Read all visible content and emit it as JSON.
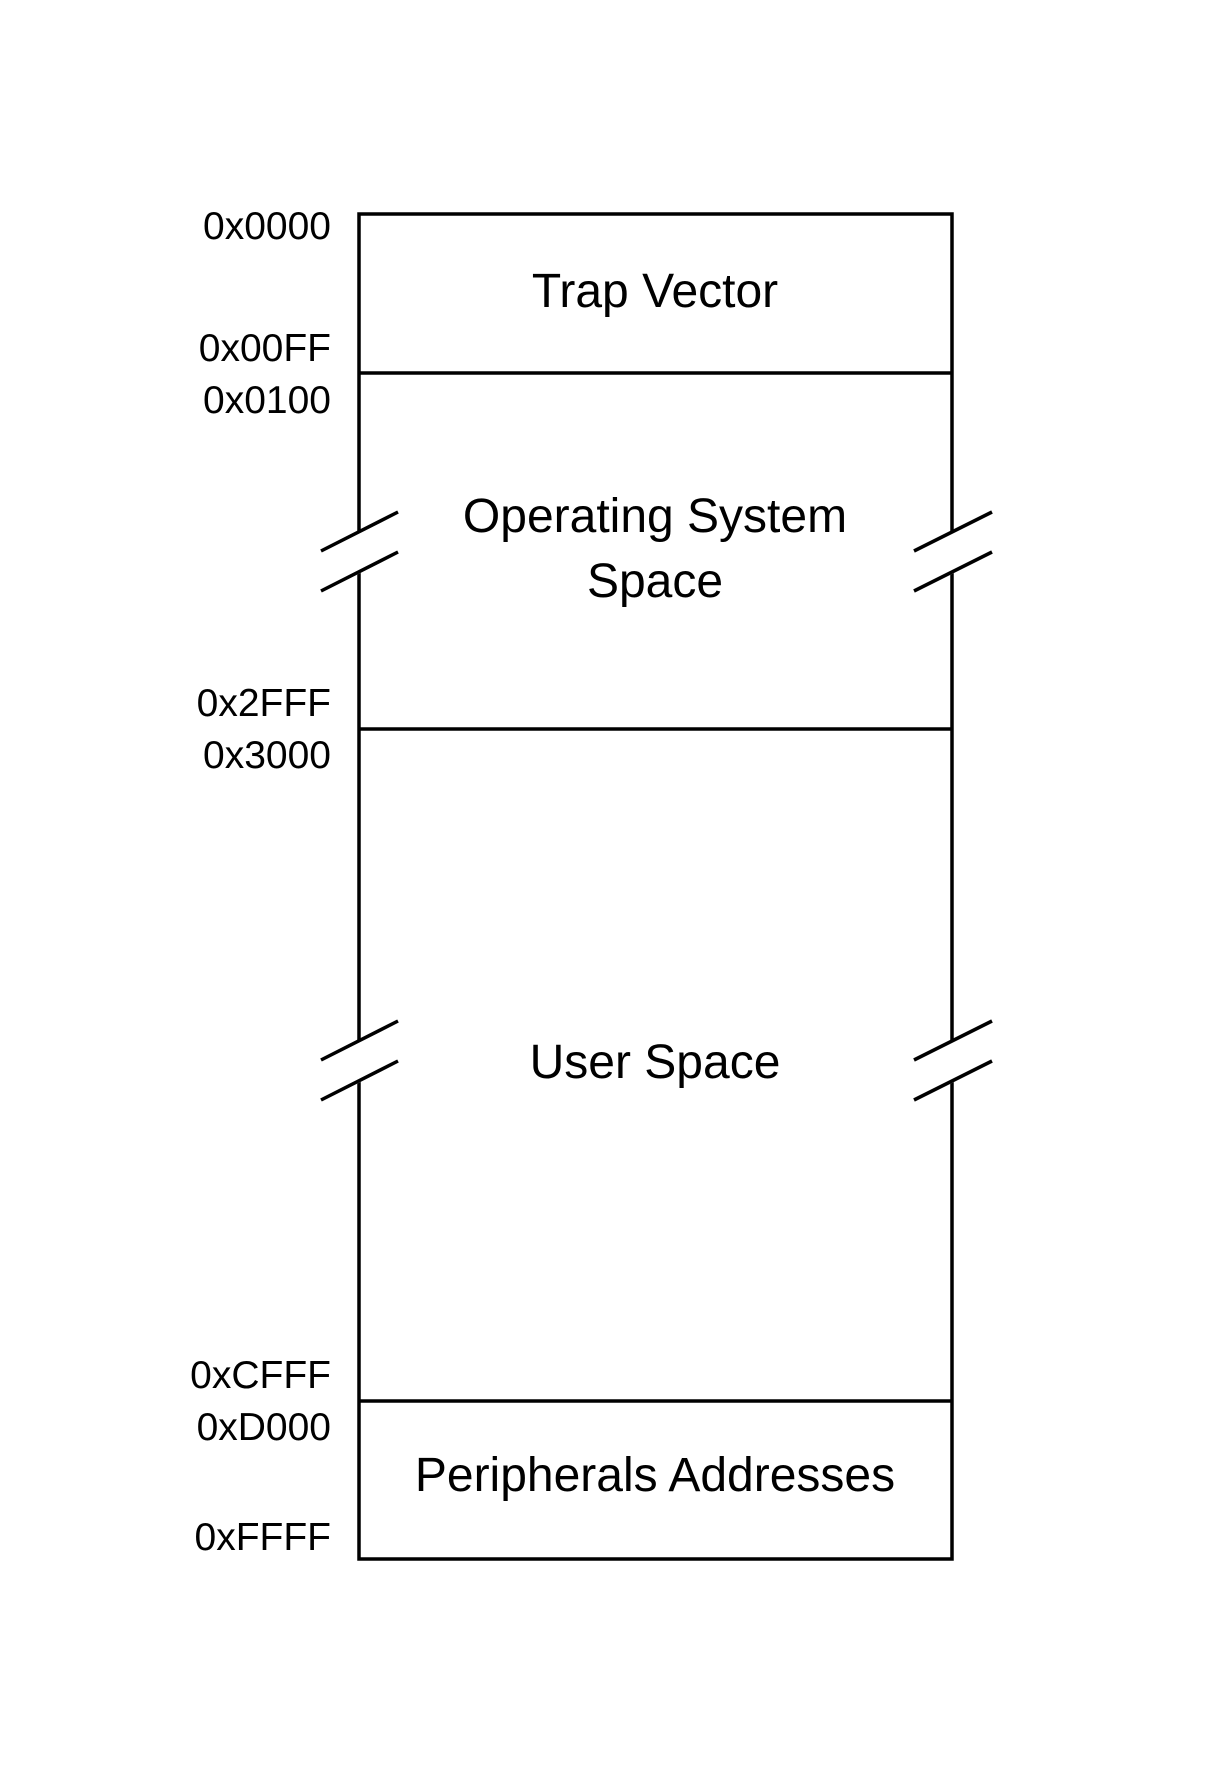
{
  "diagram": {
    "regions": [
      {
        "id": "trap-vector",
        "label_lines": [
          "Trap Vector"
        ],
        "start_address": "0x0000",
        "end_address": "0x00FF"
      },
      {
        "id": "operating-system-space",
        "label_lines": [
          "Operating System",
          "Space"
        ],
        "start_address": "0x0100",
        "end_address": "0x2FFF"
      },
      {
        "id": "user-space",
        "label_lines": [
          "User Space"
        ],
        "start_address": "0x3000",
        "end_address": "0xCFFF"
      },
      {
        "id": "peripherals-addresses",
        "label_lines": [
          "Peripherals Addresses"
        ],
        "start_address": "0xD000",
        "end_address": "0xFFFF"
      }
    ],
    "colors": {
      "stroke": "#000000",
      "background": "#ffffff"
    }
  }
}
